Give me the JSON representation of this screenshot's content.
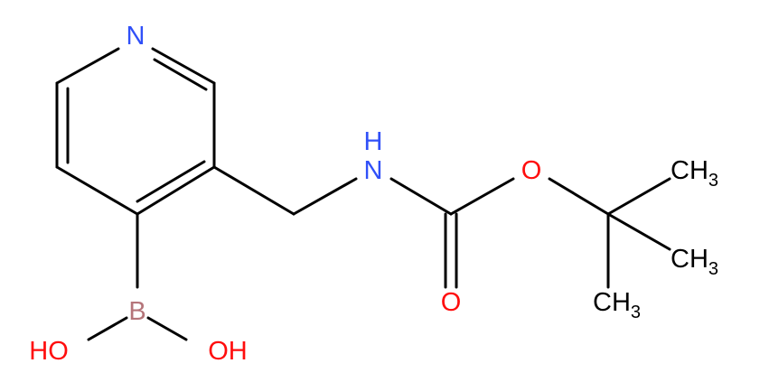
{
  "molecule": {
    "atoms": {
      "N_ring": {
        "text": "N",
        "color": "#3050F8"
      },
      "N_H_top": {
        "text": "H",
        "color": "#3050F8"
      },
      "N_amide": {
        "text": "N",
        "color": "#3050F8"
      },
      "O_ester": {
        "text": "O",
        "color": "#FF0D0D"
      },
      "O_carbonyl": {
        "text": "O",
        "color": "#FF0D0D"
      },
      "B": {
        "text": "B",
        "color": "#B5757A"
      },
      "OH_left": {
        "text": "HO",
        "color": "#FF0D0D"
      },
      "OH_right": {
        "text": "OH",
        "color": "#FF0D0D"
      },
      "CH3_top": {
        "text": "CH",
        "sub": "3",
        "color": "#000000"
      },
      "CH3_mid": {
        "text": "CH",
        "sub": "3",
        "color": "#000000"
      },
      "CH3_bottom": {
        "text": "CH",
        "sub": "3",
        "color": "#000000"
      }
    }
  }
}
